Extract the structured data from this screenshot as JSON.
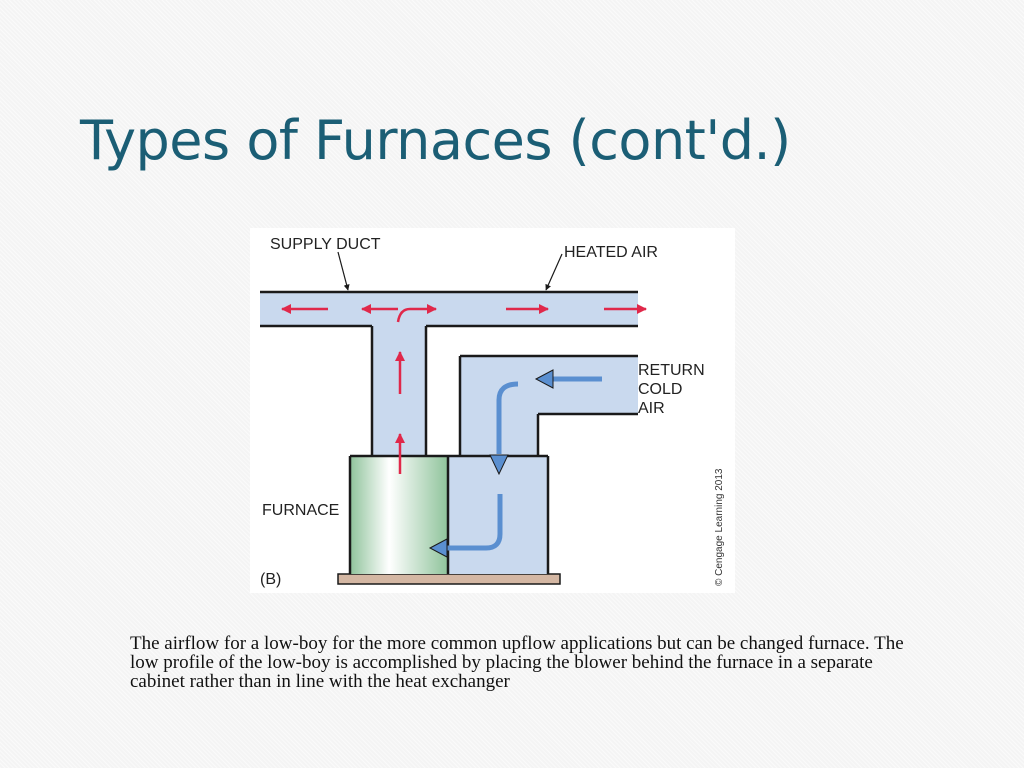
{
  "slide": {
    "title": "Types of Furnaces (cont'd.)",
    "caption": "The airflow for a low-boy for the more common upflow applications but can be changed furnace. The low profile of the low-boy is accomplished by placing the blower behind the furnace in a separate cabinet rather than in line with the heat exchanger"
  },
  "diagram": {
    "labels": {
      "supply_duct": "SUPPLY DUCT",
      "heated_air": "HEATED AIR",
      "return_line1": "RETURN",
      "return_line2": "COLD",
      "return_line3": "AIR",
      "furnace": "FURNACE",
      "panel": "(B)",
      "copyright": "© Cengage Learning 2013"
    },
    "colors": {
      "duct_fill": "#c9d9ee",
      "furnace_green": "#8fc39b",
      "base": "#d4b7a3",
      "heated_arrow": "#e0284a",
      "cold_arrow": "#5a8fd0",
      "outline": "#1a1a1a"
    }
  }
}
